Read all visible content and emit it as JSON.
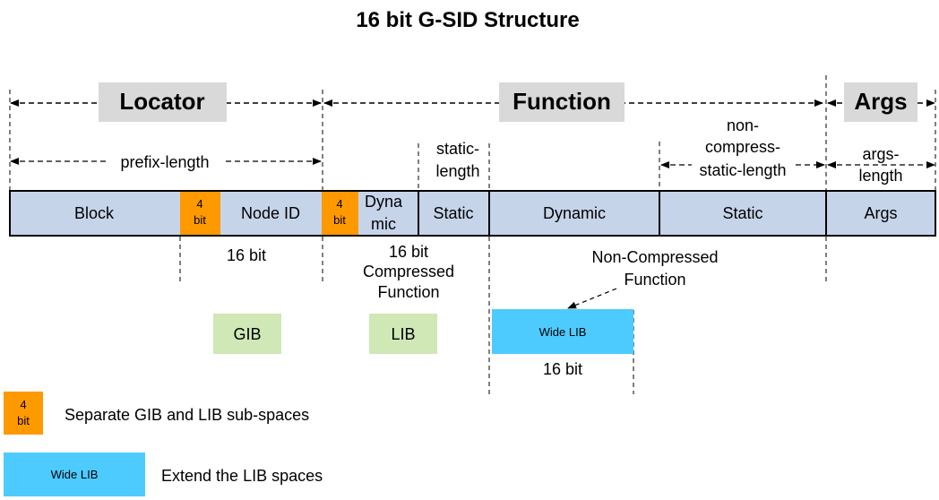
{
  "title": "16 bit G-SID Structure",
  "headers": {
    "locator": "Locator",
    "function": "Function",
    "args": "Args"
  },
  "lengths": {
    "prefix": "prefix-length",
    "static_l1": "static-",
    "static_l2": "length",
    "noncomp_l1": "non-",
    "noncomp_l2": "compress-",
    "noncomp_l3": "static-length",
    "args_l1": "args-",
    "args_l2": "length"
  },
  "cells": {
    "block": "Block",
    "bit4_a_1": "4",
    "bit4_a_2": "bit",
    "node_id": "Node ID",
    "bit4_b_1": "4",
    "bit4_b_2": "bit",
    "dyna_1": "Dyna",
    "dyna_2": "mic",
    "static": "Static",
    "dynamic": "Dynamic",
    "static2": "Static",
    "args": "Args"
  },
  "under": {
    "bit16_a": "16 bit",
    "compressed_1": "16 bit",
    "compressed_2": "Compressed",
    "compressed_3": "Function",
    "noncompressed_1": "Non-Compressed",
    "noncompressed_2": "Function",
    "gib": "GIB",
    "lib": "LIB",
    "wide_lib": "Wide LIB",
    "bit16_c": "16 bit"
  },
  "legend": {
    "bit4_1": "4",
    "bit4_2": "bit",
    "bit4_text": "Separate GIB and LIB sub-spaces",
    "wide_box": "Wide LIB",
    "wide_text": "Extend the LIB spaces"
  },
  "colors": {
    "cell_fill": "#c6d4ea",
    "orange": "#ff9900",
    "header_box": "#d9d9d9",
    "green": "#cfe8b5",
    "cyan": "#4dcbff"
  }
}
